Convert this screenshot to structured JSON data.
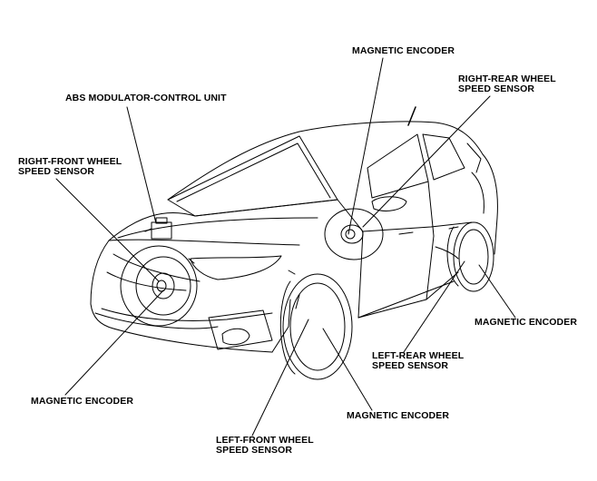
{
  "labels": {
    "abs_unit": "ABS MODULATOR-CONTROL UNIT",
    "rf_sensor_line1": "RIGHT-FRONT WHEEL",
    "rf_sensor_line2": "SPEED SENSOR",
    "magnetic_encoder_top": "MAGNETIC ENCODER",
    "rr_sensor_line1": "RIGHT-REAR WHEEL",
    "rr_sensor_line2": "SPEED SENSOR",
    "magnetic_encoder_rear": "MAGNETIC ENCODER",
    "lr_sensor_line1": "LEFT-REAR WHEEL",
    "lr_sensor_line2": "SPEED SENSOR",
    "magnetic_encoder_front": "MAGNETIC ENCODER",
    "magnetic_encoder_lf": "MAGNETIC ENCODER",
    "lf_sensor_line1": "LEFT-FRONT WHEEL",
    "lf_sensor_line2": "SPEED SENSOR"
  },
  "colors": {
    "line": "#000000",
    "background": "#ffffff"
  }
}
